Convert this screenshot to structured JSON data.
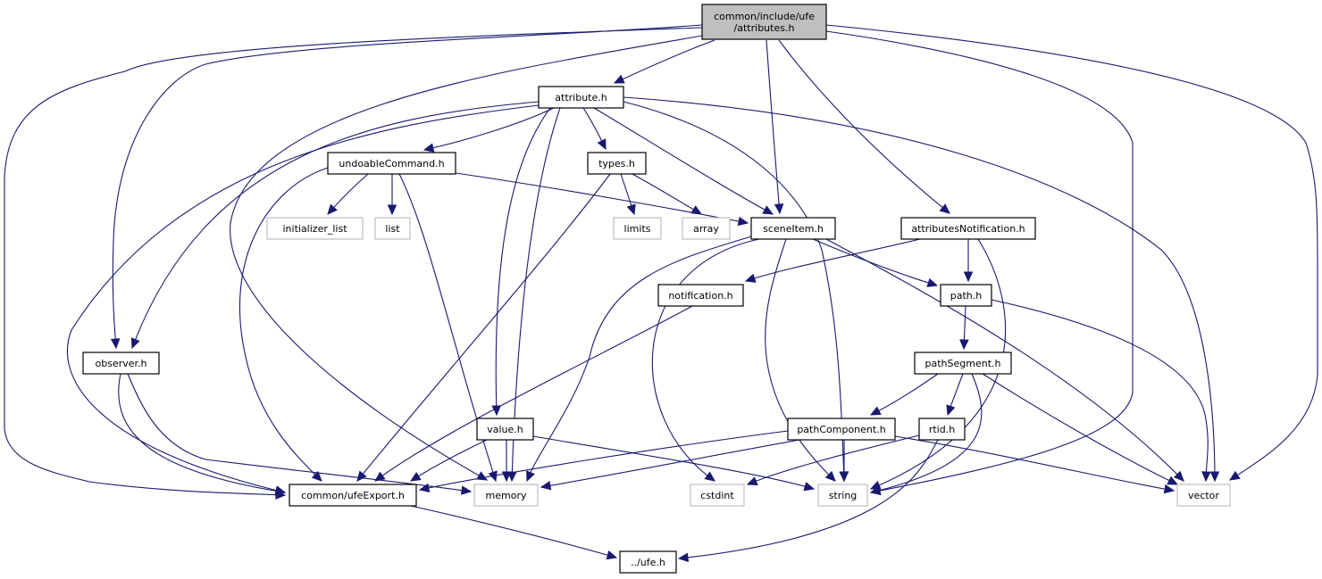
{
  "title": "Include dependency graph for common/include/ufe/attributes.h",
  "colors": {
    "edge": "#191970",
    "root_fill": "#bfbfbf",
    "node_border": "#000000",
    "external_border": "#bfbfbf"
  },
  "nodes": [
    {
      "id": "attributes",
      "label": [
        "common/include/ufe",
        "/attributes.h"
      ],
      "kind": "root"
    },
    {
      "id": "attribute",
      "label": [
        "attribute.h"
      ],
      "kind": "internal"
    },
    {
      "id": "undoableCommand",
      "label": [
        "undoableCommand.h"
      ],
      "kind": "internal"
    },
    {
      "id": "types",
      "label": [
        "types.h"
      ],
      "kind": "internal"
    },
    {
      "id": "initializer_list",
      "label": [
        "initializer_list"
      ],
      "kind": "external"
    },
    {
      "id": "list",
      "label": [
        "list"
      ],
      "kind": "external"
    },
    {
      "id": "limits",
      "label": [
        "limits"
      ],
      "kind": "external"
    },
    {
      "id": "array",
      "label": [
        "array"
      ],
      "kind": "external"
    },
    {
      "id": "sceneItem",
      "label": [
        "sceneItem.h"
      ],
      "kind": "internal"
    },
    {
      "id": "attributesNotification",
      "label": [
        "attributesNotification.h"
      ],
      "kind": "internal"
    },
    {
      "id": "notification",
      "label": [
        "notification.h"
      ],
      "kind": "internal"
    },
    {
      "id": "path",
      "label": [
        "path.h"
      ],
      "kind": "internal"
    },
    {
      "id": "observer",
      "label": [
        "observer.h"
      ],
      "kind": "internal"
    },
    {
      "id": "pathSegment",
      "label": [
        "pathSegment.h"
      ],
      "kind": "internal"
    },
    {
      "id": "value",
      "label": [
        "value.h"
      ],
      "kind": "internal"
    },
    {
      "id": "pathComponent",
      "label": [
        "pathComponent.h"
      ],
      "kind": "internal"
    },
    {
      "id": "rtid",
      "label": [
        "rtid.h"
      ],
      "kind": "internal"
    },
    {
      "id": "ufeExport",
      "label": [
        "common/ufeExport.h"
      ],
      "kind": "internal"
    },
    {
      "id": "memory",
      "label": [
        "memory"
      ],
      "kind": "external"
    },
    {
      "id": "cstdint",
      "label": [
        "cstdint"
      ],
      "kind": "external"
    },
    {
      "id": "string",
      "label": [
        "string"
      ],
      "kind": "external"
    },
    {
      "id": "vector",
      "label": [
        "vector"
      ],
      "kind": "external"
    },
    {
      "id": "ufe",
      "label": [
        "../ufe.h"
      ],
      "kind": "internal"
    }
  ],
  "edges": [
    [
      "attributes",
      "attribute"
    ],
    [
      "attributes",
      "observer"
    ],
    [
      "attributes",
      "ufeExport"
    ],
    [
      "attributes",
      "memory"
    ],
    [
      "attributes",
      "sceneItem"
    ],
    [
      "attributes",
      "attributesNotification"
    ],
    [
      "attributes",
      "string"
    ],
    [
      "attributes",
      "vector"
    ],
    [
      "attribute",
      "undoableCommand"
    ],
    [
      "attribute",
      "types"
    ],
    [
      "attribute",
      "sceneItem"
    ],
    [
      "attribute",
      "observer"
    ],
    [
      "attribute",
      "ufeExport"
    ],
    [
      "attribute",
      "value"
    ],
    [
      "attribute",
      "memory"
    ],
    [
      "attribute",
      "string"
    ],
    [
      "attribute",
      "vector"
    ],
    [
      "undoableCommand",
      "initializer_list"
    ],
    [
      "undoableCommand",
      "list"
    ],
    [
      "undoableCommand",
      "sceneItem"
    ],
    [
      "undoableCommand",
      "ufeExport"
    ],
    [
      "undoableCommand",
      "memory"
    ],
    [
      "types",
      "limits"
    ],
    [
      "types",
      "array"
    ],
    [
      "types",
      "ufeExport"
    ],
    [
      "sceneItem",
      "path"
    ],
    [
      "sceneItem",
      "memory"
    ],
    [
      "sceneItem",
      "cstdint"
    ],
    [
      "sceneItem",
      "string"
    ],
    [
      "sceneItem",
      "vector"
    ],
    [
      "attributesNotification",
      "notification"
    ],
    [
      "attributesNotification",
      "path"
    ],
    [
      "attributesNotification",
      "string"
    ],
    [
      "notification",
      "ufeExport"
    ],
    [
      "path",
      "pathSegment"
    ],
    [
      "path",
      "vector"
    ],
    [
      "observer",
      "ufeExport"
    ],
    [
      "observer",
      "memory"
    ],
    [
      "pathSegment",
      "pathComponent"
    ],
    [
      "pathSegment",
      "rtid"
    ],
    [
      "pathSegment",
      "string"
    ],
    [
      "pathSegment",
      "vector"
    ],
    [
      "value",
      "ufeExport"
    ],
    [
      "value",
      "memory"
    ],
    [
      "value",
      "string"
    ],
    [
      "pathComponent",
      "ufeExport"
    ],
    [
      "pathComponent",
      "memory"
    ],
    [
      "pathComponent",
      "string"
    ],
    [
      "pathComponent",
      "vector"
    ],
    [
      "rtid",
      "cstdint"
    ],
    [
      "rtid",
      "ufe"
    ],
    [
      "ufeExport",
      "ufe"
    ]
  ]
}
